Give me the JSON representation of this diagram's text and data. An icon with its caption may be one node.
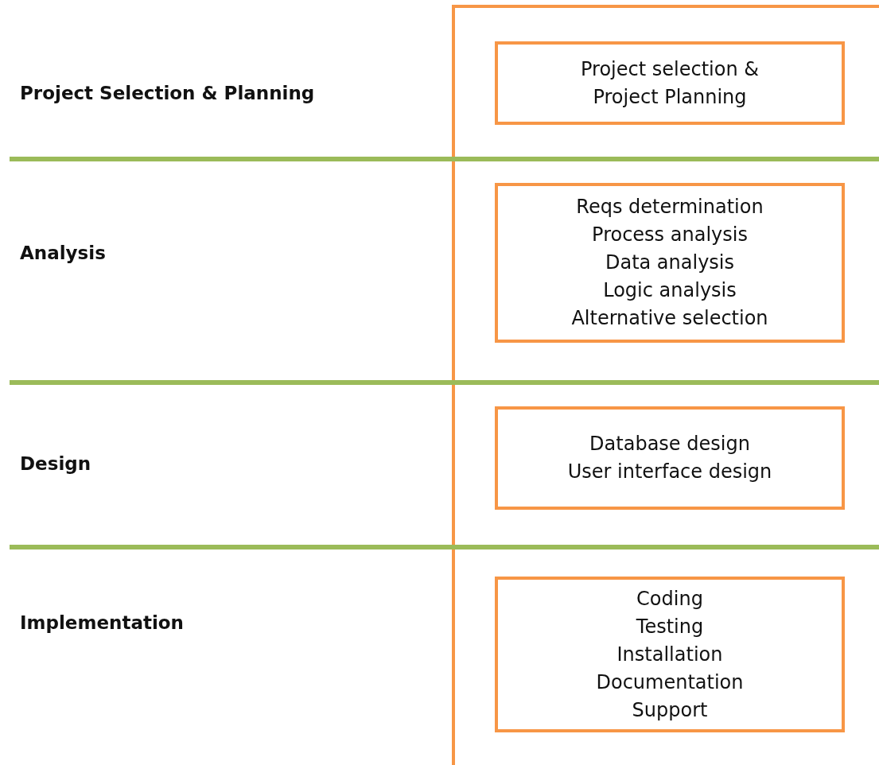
{
  "diagram": {
    "nodes": [
      {
        "text": [
          "Project selection & Project Planning"
        ]
      },
      {
        "text": [
          "Reqs determination",
          "Process analysis",
          "Data analysis",
          "Logic analysis",
          "Alternative selection"
        ]
      },
      {
        "text": [
          "Database design",
          "User interface design"
        ]
      },
      {
        "text": [
          "Coding",
          "Testing",
          "Installation",
          "Documentation",
          "Support"
        ]
      }
    ],
    "labels": [
      "Project Selection & Planning",
      "Analysis",
      "Design",
      "Implementation"
    ]
  }
}
